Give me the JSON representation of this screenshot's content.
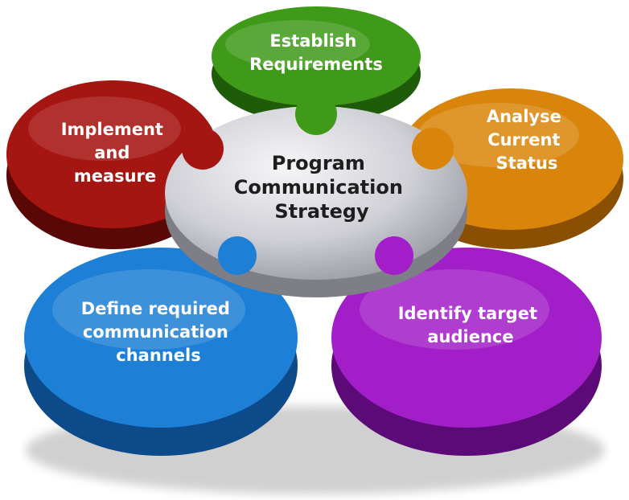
{
  "center": {
    "lines": [
      "Program",
      "Communication",
      "Strategy"
    ],
    "color": "#c9c9cf"
  },
  "petals": [
    {
      "id": "establish",
      "lines": [
        "Establish",
        "Requirements"
      ],
      "color": "#3f9a1a"
    },
    {
      "id": "analyse",
      "lines": [
        "Analyse",
        "Current",
        "Status"
      ],
      "color": "#d9850b"
    },
    {
      "id": "identify",
      "lines": [
        "Identify target",
        "audience"
      ],
      "color": "#a21ec9"
    },
    {
      "id": "define",
      "lines": [
        "Define required",
        "communication",
        "channels"
      ],
      "color": "#1e7fd6"
    },
    {
      "id": "implement",
      "lines": [
        "Implement",
        "and",
        "measure"
      ],
      "color": "#a51512"
    }
  ]
}
